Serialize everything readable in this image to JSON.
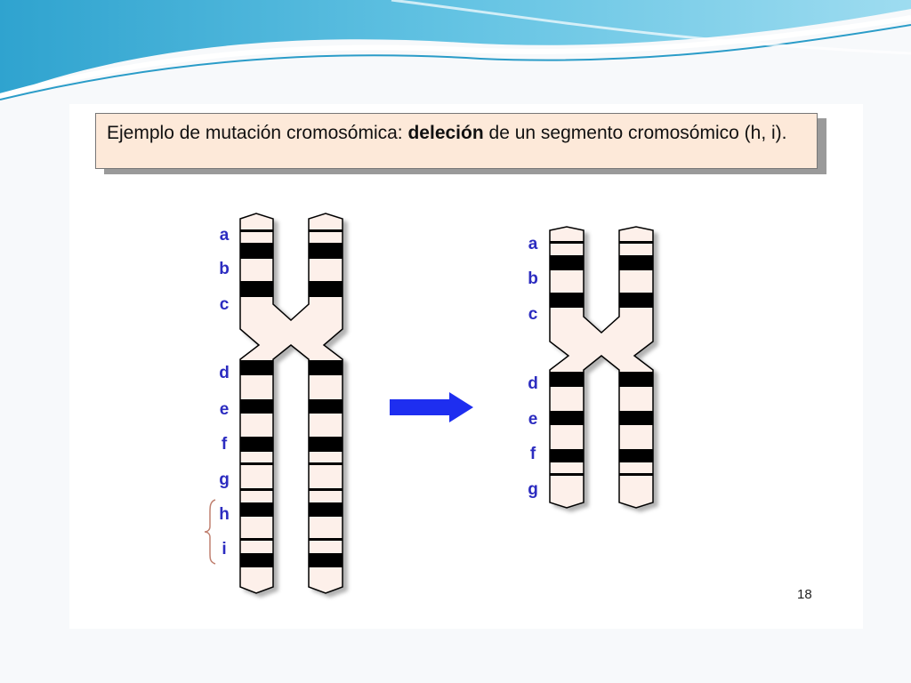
{
  "caption": {
    "text_before": "Ejemplo de mutación cromosómica: ",
    "emphasis": "deleción",
    "text_after": " de un segmento cromosómico (h, i)."
  },
  "original": {
    "labels": [
      "a",
      "b",
      "c",
      "d",
      "e",
      "f",
      "g",
      "h",
      "i"
    ]
  },
  "mutated": {
    "labels": [
      "a",
      "b",
      "c",
      "d",
      "e",
      "f",
      "g"
    ]
  },
  "page_number": "18",
  "colors": {
    "chromosome_fill": "#fdf0ea",
    "band": "#000000",
    "label": "#2c2cc0",
    "arrow": "#1e2ef0",
    "brace": "#c08070",
    "caption_bg": "#fde9d9"
  }
}
